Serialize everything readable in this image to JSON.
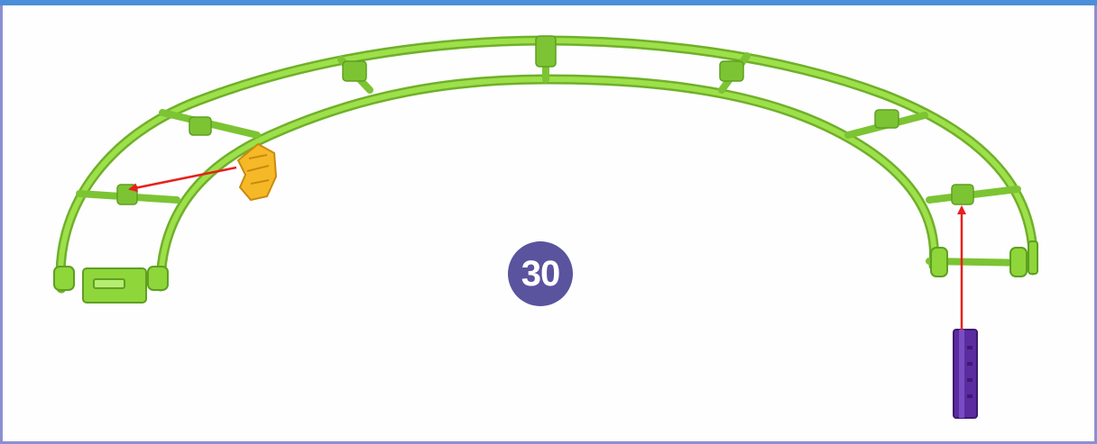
{
  "step": {
    "number": "30"
  },
  "colors": {
    "frame_border": "#8b8fd0",
    "top_bar": "#4a8fd8",
    "track_green": "#8ed63a",
    "connector_yellow": "#f5b928",
    "rod_purple": "#5b2ba0",
    "arrow_red": "#e8201c",
    "badge": "#5a539e"
  },
  "parts": {
    "track": "green-curved-track",
    "connector": "yellow-connector",
    "rod": "purple-rod"
  }
}
